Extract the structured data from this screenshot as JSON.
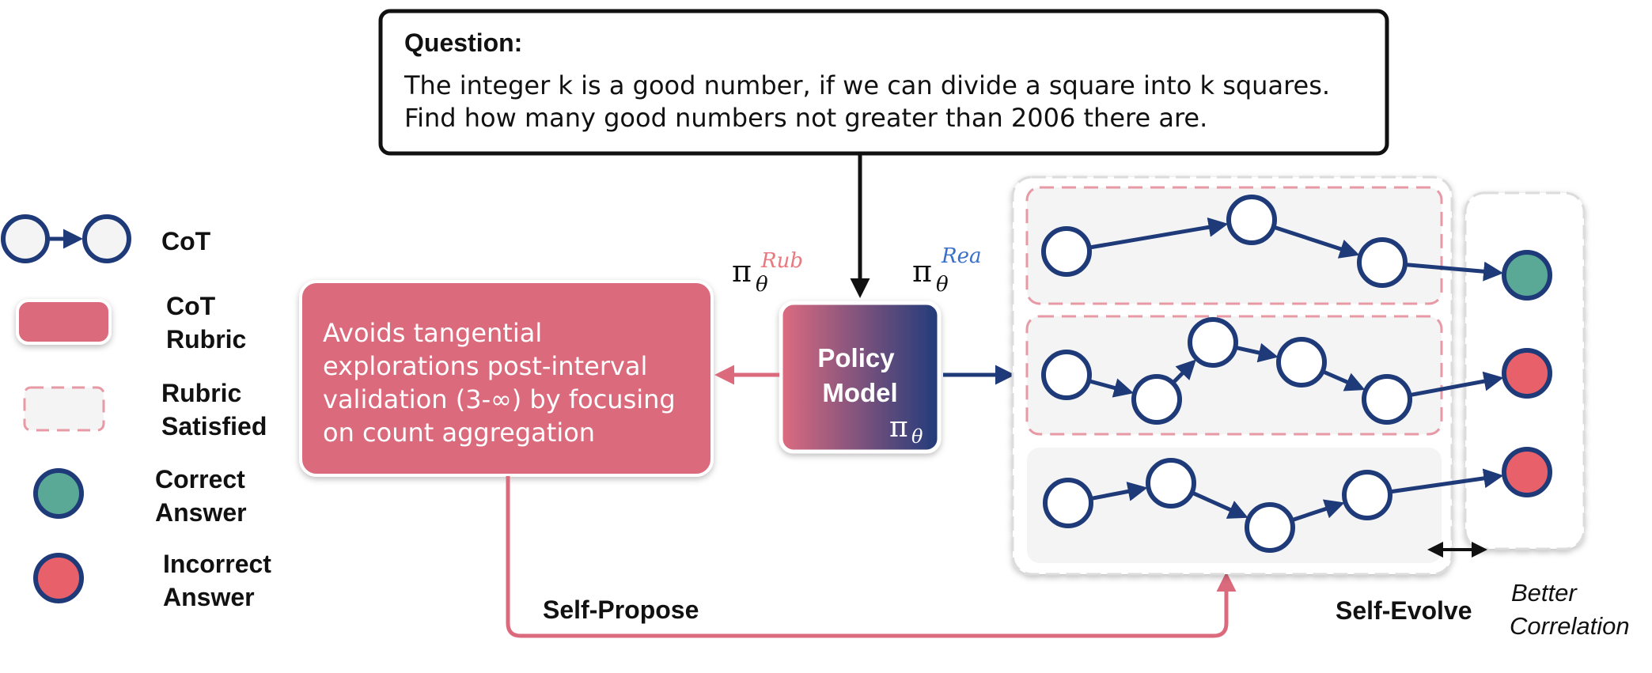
{
  "question": {
    "title": "Question:",
    "line1": "The integer k is a good number, if we can divide a square into k squares.",
    "line2": "Find how many good numbers not greater than 2006 there are."
  },
  "legend": {
    "cot": "CoT",
    "cot_rubric_1": "CoT",
    "cot_rubric_2": "Rubric",
    "rubric_satisfied_1": "Rubric",
    "rubric_satisfied_2": "Satisfied",
    "correct_1": "Correct",
    "correct_2": "Answer",
    "incorrect_1": "Incorrect",
    "incorrect_2": "Answer"
  },
  "rubric_box": {
    "line1": "Avoids tangential",
    "line2": "explorations post-interval",
    "line3": "validation (3-∞) by focusing",
    "line4": "on count aggregation"
  },
  "policy": {
    "line1": "Policy",
    "line2": "Model",
    "symbol": "π",
    "sub": "θ"
  },
  "pi_rub": {
    "pi": "π",
    "sub": "θ",
    "sup": "Rub"
  },
  "pi_rea": {
    "pi": "π",
    "sub": "θ",
    "sup": "Rea"
  },
  "labels": {
    "self_propose": "Self-Propose",
    "self_evolve": "Self-Evolve",
    "better_1": "Better",
    "better_2": "Correlation"
  },
  "colors": {
    "navy": "#1f3a78",
    "pink": "#db6a7d",
    "teal": "#5aa896",
    "red": "#e8606a",
    "panel": "#f4f4f4"
  }
}
